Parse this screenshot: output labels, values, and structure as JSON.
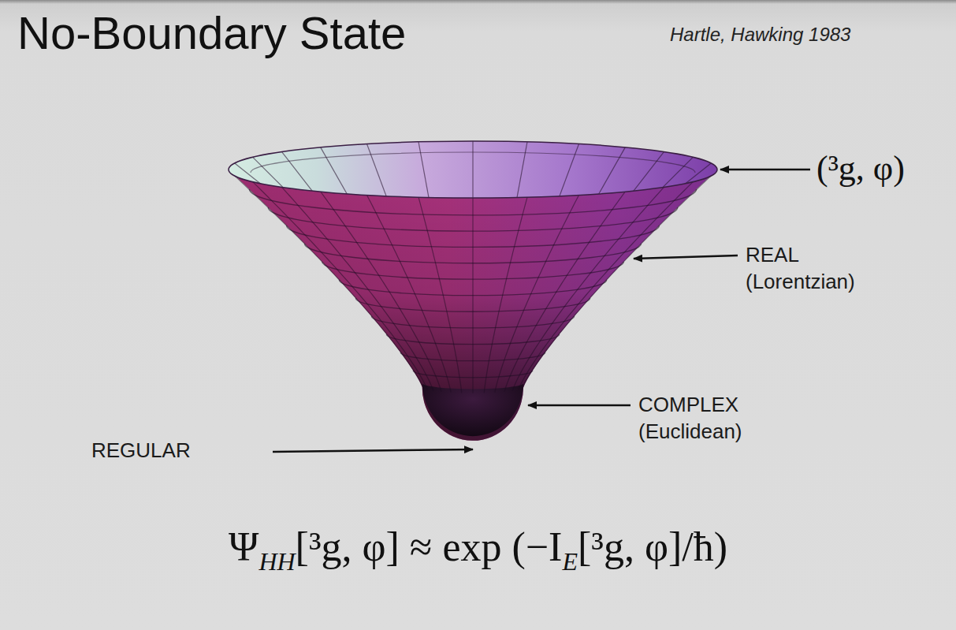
{
  "diagram": {
    "title": "No-Boundary State",
    "labels": [
      "Hartle, Hawking 1983",
      "(³g, φ)",
      "REAL",
      "(Lorentzian)",
      "COMPLEX",
      "(Euclidean)",
      "REGULAR",
      "Ψ",
      "HH",
      "[³g, φ] ≈ exp (−I",
      "E",
      "[³g, φ]/ħ)"
    ]
  }
}
